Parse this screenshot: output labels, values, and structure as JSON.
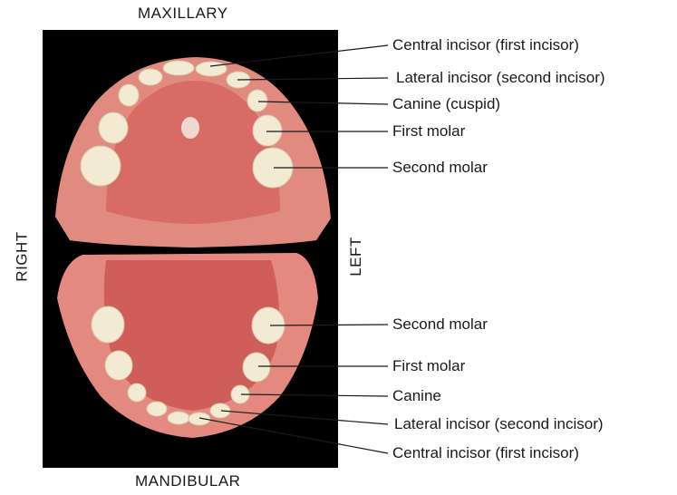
{
  "orientation": {
    "top": "MAXILLARY",
    "bottom": "MANDIBULAR",
    "left": "RIGHT",
    "right": "LEFT"
  },
  "maxillary_labels": [
    "Central incisor (first incisor)",
    "Lateral incisor (second incisor)",
    "Canine (cuspid)",
    "First molar",
    "Second molar"
  ],
  "mandibular_labels": [
    "Second molar",
    "First molar",
    "Canine",
    "Lateral incisor (second incisor)",
    "Central incisor (first incisor)"
  ],
  "colors": {
    "background": "#000000",
    "gum": "#e2857c",
    "palate": "#d66a64",
    "tooth": "#f2ead2",
    "leader": "#1a1a1a"
  },
  "icons": {
    "photo": "dental-model-photo"
  }
}
